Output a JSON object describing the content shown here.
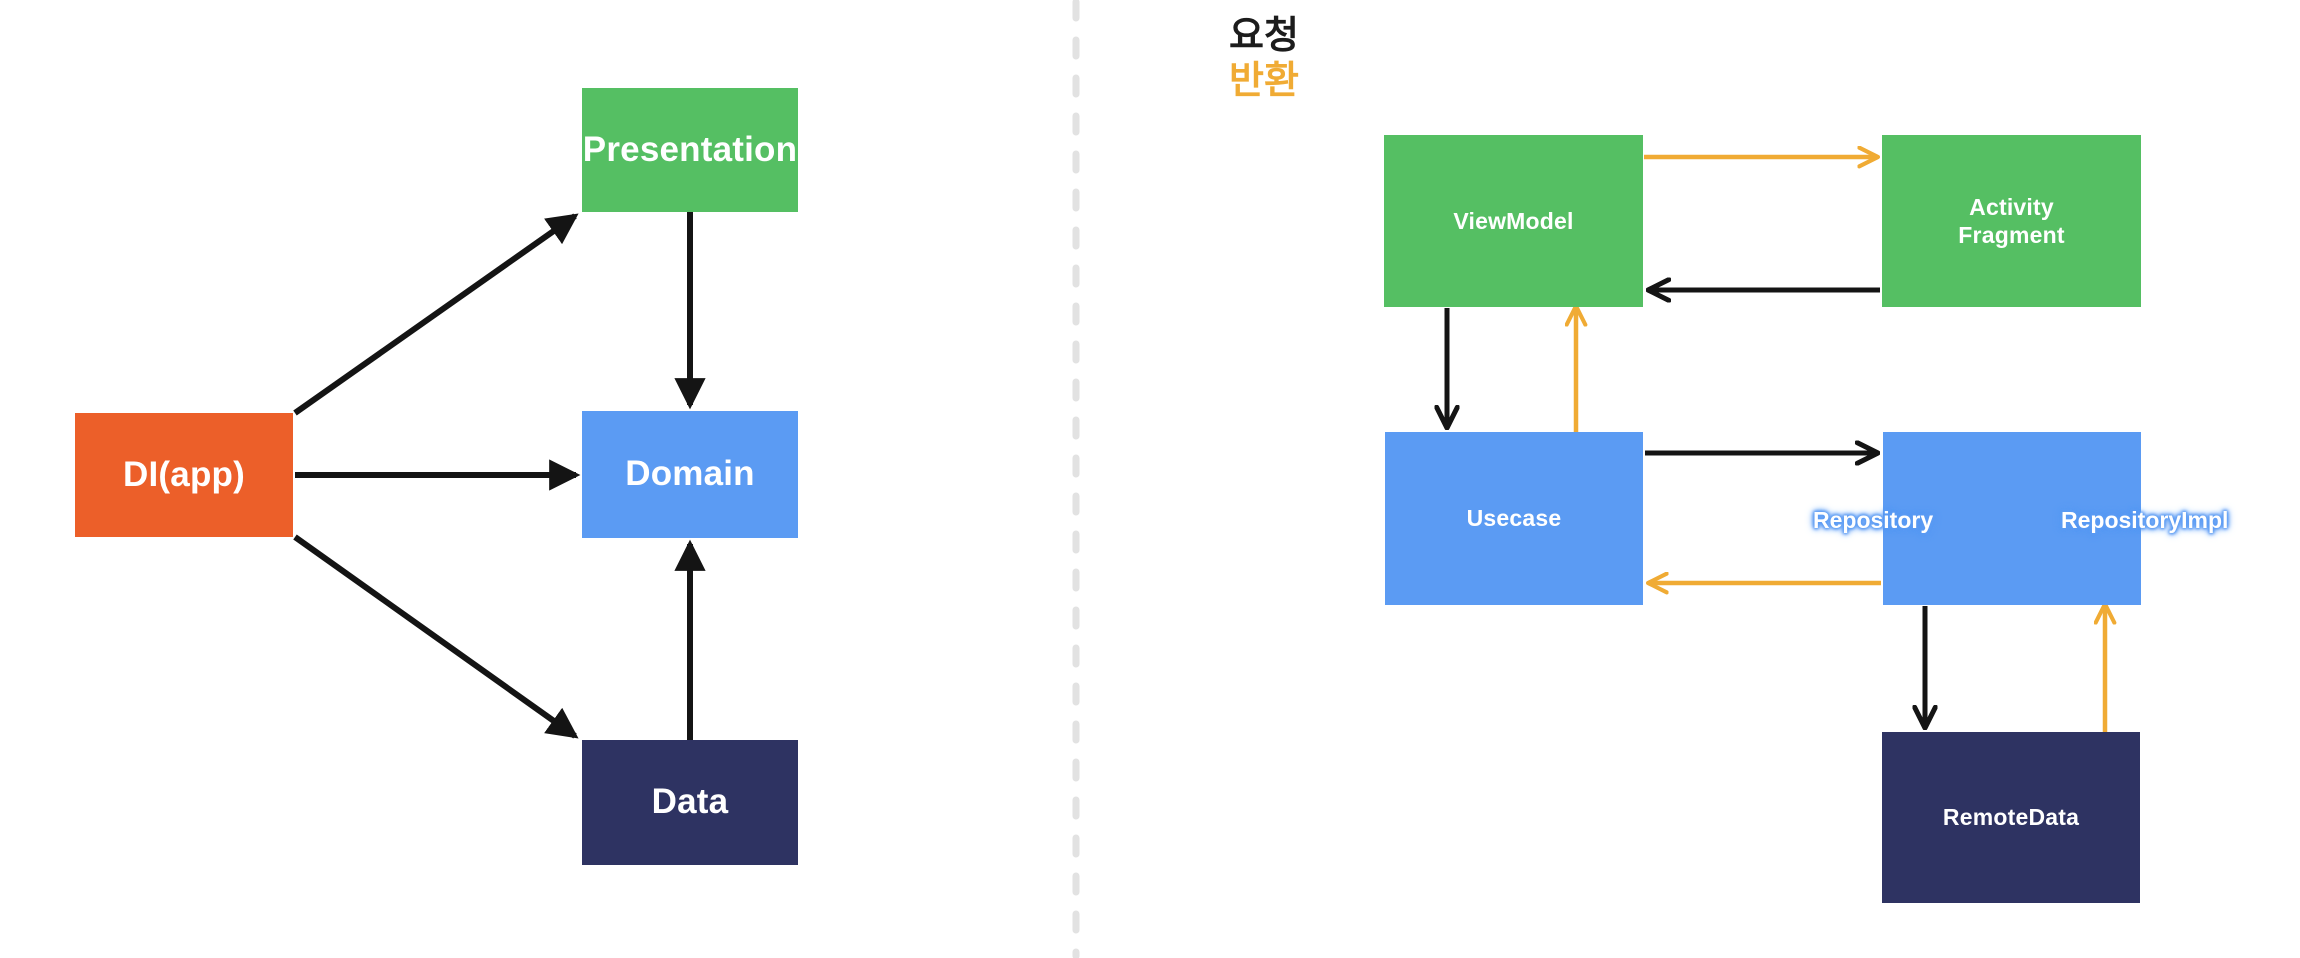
{
  "colors": {
    "green": "#55bf63",
    "blue": "#5b9bf3",
    "navy": "#2e3362",
    "orange_box": "#ec5f29",
    "arrow_request": "#141414",
    "arrow_return": "#f0ab34",
    "divider": "#e2e2e2",
    "background": "#ffffff",
    "label_text": "#ffffff"
  },
  "legend": {
    "request_label": "요청",
    "return_label": "반환"
  },
  "left_diagram": {
    "title": "",
    "nodes": [
      {
        "id": "di-app",
        "label": "DI(app)",
        "color": "orange"
      },
      {
        "id": "presentation",
        "label": "Presentation",
        "color": "green"
      },
      {
        "id": "domain",
        "label": "Domain",
        "color": "blue"
      },
      {
        "id": "data",
        "label": "Data",
        "color": "navy"
      }
    ],
    "edges": [
      {
        "from": "di-app",
        "to": "presentation",
        "kind": "request"
      },
      {
        "from": "di-app",
        "to": "domain",
        "kind": "request"
      },
      {
        "from": "di-app",
        "to": "data",
        "kind": "request"
      },
      {
        "from": "presentation",
        "to": "domain",
        "kind": "request"
      },
      {
        "from": "data",
        "to": "domain",
        "kind": "request"
      }
    ]
  },
  "right_diagram": {
    "title": "",
    "nodes": [
      {
        "id": "viewmodel",
        "label": "ViewModel",
        "color": "green"
      },
      {
        "id": "activity",
        "label": "Activity\nFragment",
        "label_line1": "Activity",
        "label_line2": "Fragment",
        "color": "green"
      },
      {
        "id": "usecase",
        "label": "Usecase",
        "color": "blue"
      },
      {
        "id": "repository-impl",
        "label": "",
        "color": "blue"
      },
      {
        "id": "remotedata",
        "label": "RemoteData",
        "color": "navy"
      }
    ],
    "floating_labels": [
      {
        "id": "repository-label",
        "label": "Repository"
      },
      {
        "id": "repository-impl-label",
        "label": "RepositoryImpl"
      }
    ],
    "edges": [
      {
        "from": "viewmodel",
        "to": "activity",
        "kind": "return"
      },
      {
        "from": "activity",
        "to": "viewmodel",
        "kind": "request"
      },
      {
        "from": "viewmodel",
        "to": "usecase",
        "kind": "request"
      },
      {
        "from": "usecase",
        "to": "viewmodel",
        "kind": "return"
      },
      {
        "from": "usecase",
        "to": "repository-impl",
        "kind": "request"
      },
      {
        "from": "repository-impl",
        "to": "usecase",
        "kind": "return"
      },
      {
        "from": "repository-impl",
        "to": "remotedata",
        "kind": "request"
      },
      {
        "from": "remotedata",
        "to": "repository-impl",
        "kind": "return"
      }
    ]
  }
}
